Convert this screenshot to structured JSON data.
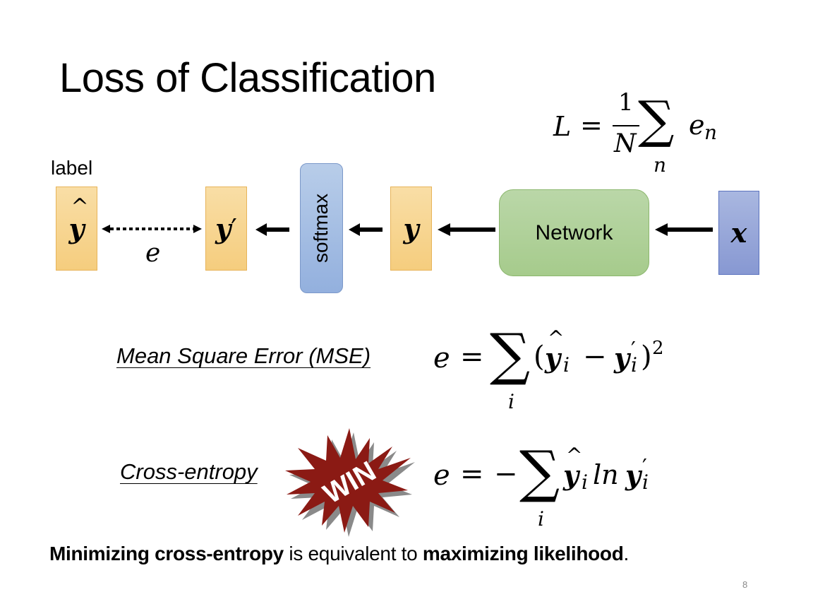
{
  "slide": {
    "title": "Loss of Classification",
    "page_number": "8"
  },
  "total_loss_formula": {
    "lhs": "L",
    "equals": "=",
    "numerator": "1",
    "denominator": "N",
    "sum_symbol": "∑",
    "sum_index": "n",
    "term_base": "e",
    "term_sub": "n"
  },
  "diagram": {
    "label_caption": "label",
    "nodes": {
      "y_hat": {
        "symbol": "y",
        "accent": "^"
      },
      "y_prime": {
        "symbol": "y",
        "prime": "′"
      },
      "softmax": {
        "label": "softmax"
      },
      "y": {
        "symbol": "y"
      },
      "network": {
        "label": "Network"
      },
      "x": {
        "symbol": "x"
      }
    },
    "error_label": "e",
    "colors": {
      "output_box": "#f7d48f",
      "softmax_box": "#a6bfe4",
      "network_box": "#b0d19a",
      "input_box": "#97a8da"
    }
  },
  "mse": {
    "label": "Mean Square Error (MSE)",
    "formula": {
      "lhs": "e",
      "equals": "=",
      "sum_symbol": "∑",
      "sum_index": "i",
      "open_paren": "(",
      "term1": "y",
      "term1_accent": "^",
      "term1_sub": "i",
      "minus": "−",
      "term2": "y",
      "term2_prime": "′",
      "term2_sub": "i",
      "close_paren": ")",
      "power": "2"
    }
  },
  "cross_entropy": {
    "label": "Cross-entropy",
    "badge_text": "WIN",
    "badge_color": "#8b1a14",
    "formula": {
      "lhs": "e",
      "equals": "=",
      "minus": "−",
      "sum_symbol": "∑",
      "sum_index": "i",
      "term1": "y",
      "term1_accent": "^",
      "term1_sub": "i",
      "ln": "ln",
      "term2": "y",
      "term2_prime": "′",
      "term2_sub": "i"
    }
  },
  "conclusion": {
    "bold1": "Minimizing cross-entropy",
    "middle": " is equivalent to ",
    "bold2": "maximizing likelihood",
    "end": "."
  }
}
